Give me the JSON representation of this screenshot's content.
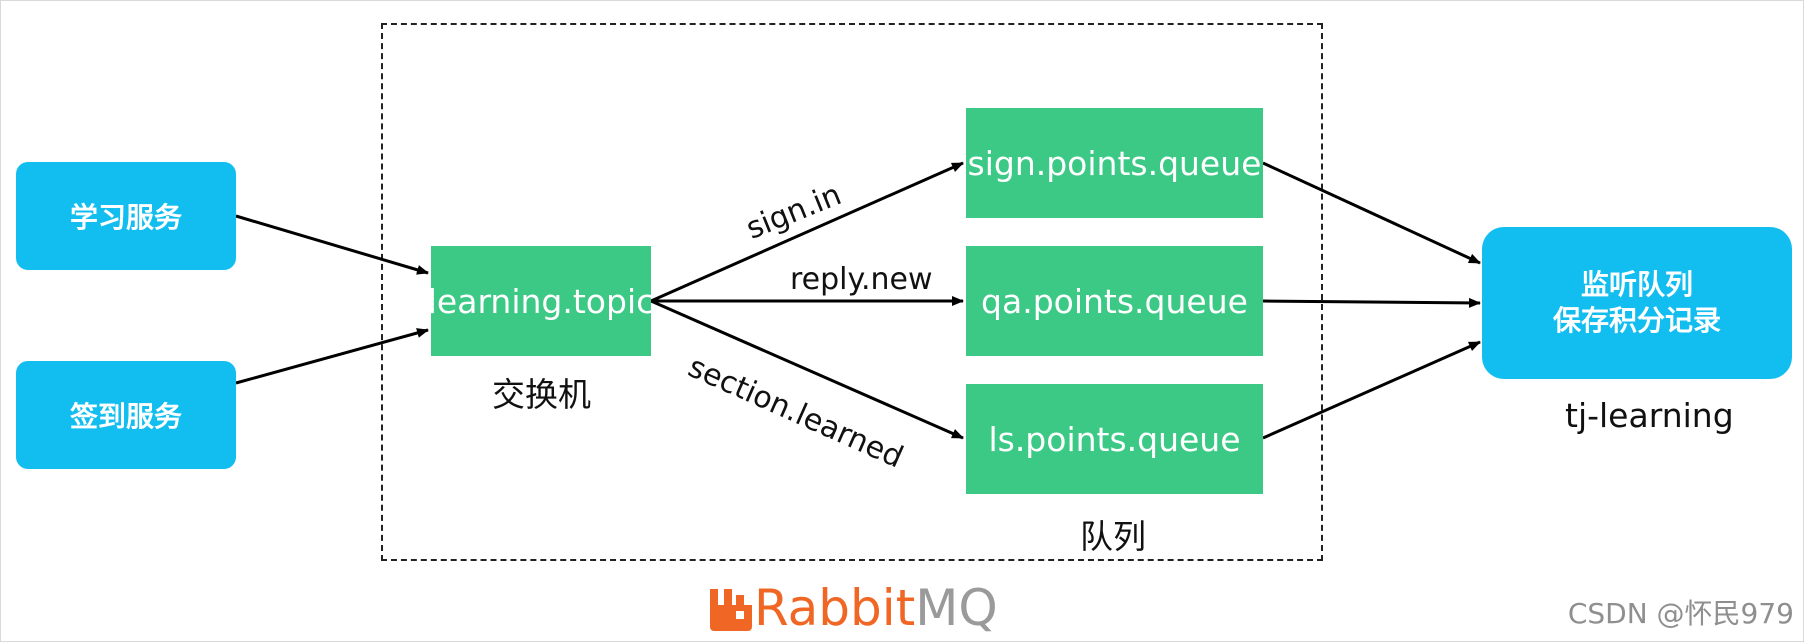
{
  "services": {
    "learning": "学习服务",
    "sign": "签到服务",
    "listener_line1": "监听队列",
    "listener_line2": "保存积分记录",
    "listener_caption": "tj-learning"
  },
  "exchange": {
    "name": "learning.topic",
    "caption": "交换机"
  },
  "queues": {
    "sign": "sign.points.queue",
    "qa": "qa.points.queue",
    "ls": "ls.points.queue",
    "caption": "队列"
  },
  "routing_keys": {
    "sign": "sign.in",
    "reply": "reply.new",
    "section": "section.learned"
  },
  "logo": {
    "rabbit": "Rabbit",
    "mq": "MQ"
  },
  "watermark": "CSDN @怀民979",
  "colors": {
    "service_blue": "#12bdf0",
    "queue_green": "#3cc985",
    "logo_orange": "#f06725",
    "logo_gray": "#9a9a9a"
  }
}
